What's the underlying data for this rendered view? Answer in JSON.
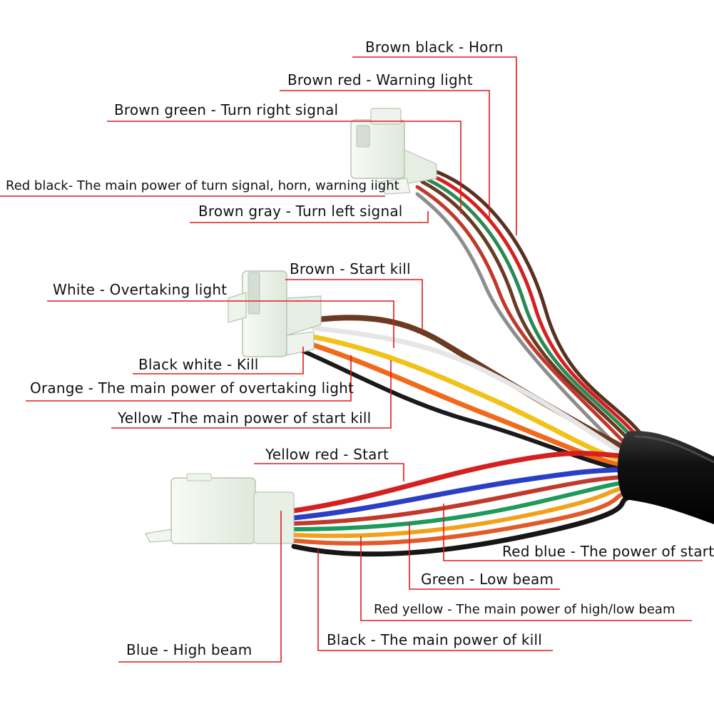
{
  "wires": {
    "brown_black": "Brown black - Horn",
    "brown_red": "Brown red - Warning light",
    "brown_green": "Brown green - Turn right signal",
    "red_black": "Red black- The main power of turn signal, horn, warning iight",
    "brown_gray": "Brown gray - Turn left signal",
    "brown": "Brown - Start kill",
    "white": "White - Overtaking light",
    "black_white": "Black white - Kill",
    "orange": "Orange - The main power of overtaking light",
    "yellow": "Yellow -The main power of start kill",
    "yellow_red": "Yellow red - Start",
    "red_blue": "Red blue - The power of start",
    "green": "Green - Low beam",
    "red_yellow": "Red yellow - The main power of high/low beam",
    "black": "Black - The main power of kill",
    "blue": "Blue - High beam"
  },
  "colors": {
    "leader_line": "#e01b1b",
    "sheath": "#111111",
    "connector": "#eaf1e7",
    "brown": "#6b3a22",
    "red": "#d62020",
    "green": "#1e9a5a",
    "gray": "#9a9a9a",
    "white": "#f4f4f4",
    "orange": "#f06a1c",
    "yellow": "#f2c21a",
    "blue": "#2a3fc4",
    "black": "#161616"
  }
}
